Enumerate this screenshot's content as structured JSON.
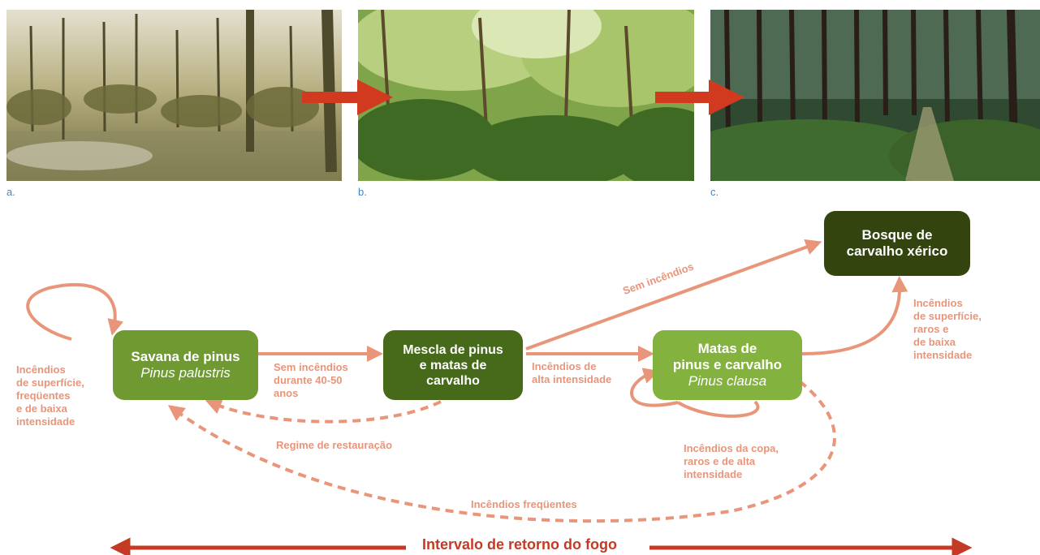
{
  "photos": [
    {
      "label": "a."
    },
    {
      "label": "b."
    },
    {
      "label": "c."
    }
  ],
  "nodes": {
    "savana": {
      "title": "Savana de pinus",
      "scientific": "Pinus palustris",
      "color": "#6f9a31"
    },
    "mescla": {
      "line1": "Mescla de pinus",
      "line2": "e matas de",
      "line3": "carvalho",
      "color": "#476a1a"
    },
    "matas": {
      "line1": "Matas de",
      "line2": "pinus e carvalho",
      "scientific": "Pinus clausa",
      "color": "#84b23e"
    },
    "bosque": {
      "line1": "Bosque de",
      "line2": "carvalho xérico",
      "color": "#33440f"
    }
  },
  "labels": {
    "left_fires": [
      "Incêndios",
      "de superfície,",
      "freqüentes",
      "e de baixa",
      "intensidade"
    ],
    "no_fire_40_50": [
      "Sem incêndios",
      "durante 40-50",
      "anos"
    ],
    "restoration": "Regime de restauração",
    "no_fires": "Sem incêndios",
    "high_intensity": [
      "Incêndios de",
      "alta intensidade"
    ],
    "crown_fires": [
      "Incêndios da copa,",
      "raros e de alta",
      "intensidade"
    ],
    "frequent_fires": "Incêndios freqüentes",
    "right_fires": [
      "Incêndios",
      "de superfície,",
      "raros e",
      "de baixa",
      "intensidade"
    ],
    "axis_title": "Intervalo de retorno do fogo"
  },
  "colors": {
    "flow_arrow": "#e8957a",
    "axis_arrow": "#c43a24",
    "photo_arrow": "#d23a20",
    "photo_label": "#4a86c5"
  }
}
